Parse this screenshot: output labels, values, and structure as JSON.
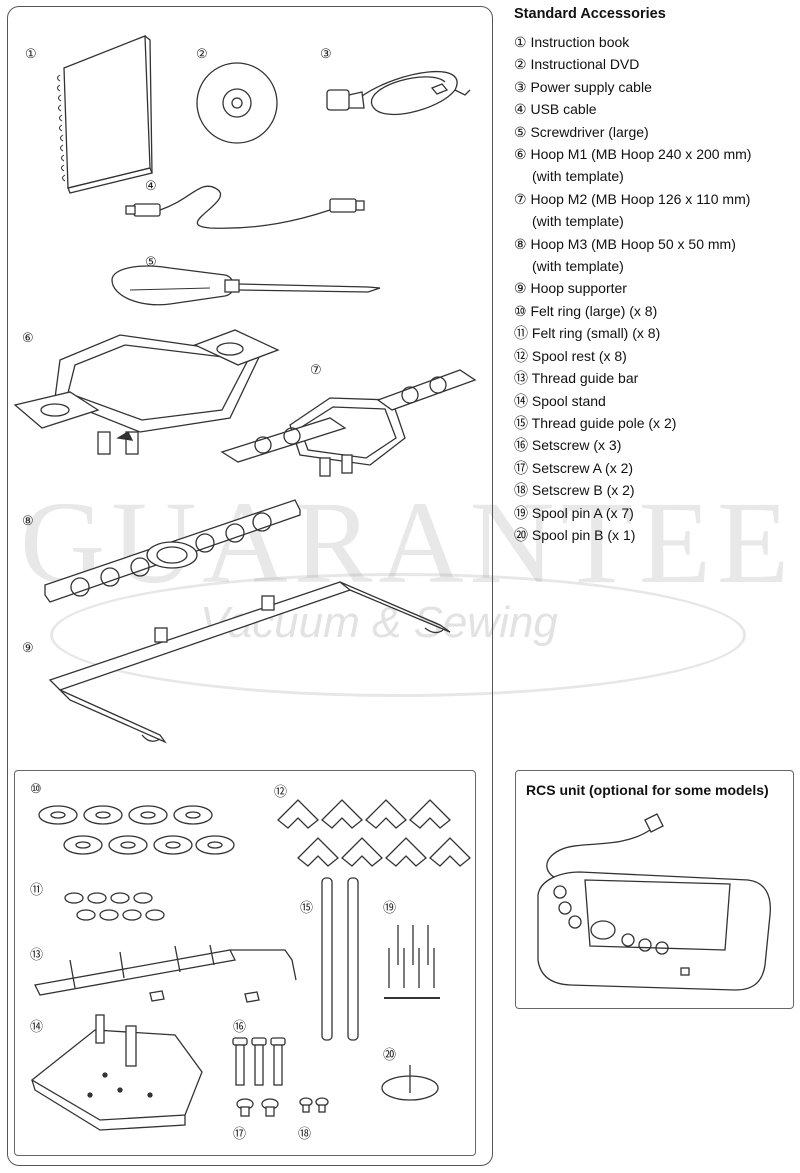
{
  "accessories": {
    "title": "Standard Accessories",
    "items": [
      {
        "num": "①",
        "text": "Instruction book"
      },
      {
        "num": "②",
        "text": "Instructional DVD"
      },
      {
        "num": "③",
        "text": "Power supply cable"
      },
      {
        "num": "④",
        "text": "USB cable"
      },
      {
        "num": "⑤",
        "text": "Screwdriver (large)"
      },
      {
        "num": "⑥",
        "text": "Hoop M1 (MB Hoop 240 x 200 mm)",
        "sub": "(with template)"
      },
      {
        "num": "⑦",
        "text": "Hoop M2 (MB Hoop 126 x 110 mm)",
        "sub": "(with template)"
      },
      {
        "num": "⑧",
        "text": "Hoop M3 (MB Hoop 50 x 50 mm)",
        "sub": "(with template)"
      },
      {
        "num": "⑨",
        "text": "Hoop supporter"
      },
      {
        "num": "⑩",
        "text": "Felt ring (large) (x 8)"
      },
      {
        "num": "⑪",
        "text": "Felt ring (small) (x 8)"
      },
      {
        "num": "⑫",
        "text": "Spool rest (x 8)"
      },
      {
        "num": "⑬",
        "text": "Thread guide bar"
      },
      {
        "num": "⑭",
        "text": "Spool stand"
      },
      {
        "num": "⑮",
        "text": "Thread guide pole (x 2)"
      },
      {
        "num": "⑯",
        "text": "Setscrew (x 3)"
      },
      {
        "num": "⑰",
        "text": "Setscrew A (x 2)"
      },
      {
        "num": "⑱",
        "text": "Setscrew B (x 2)"
      },
      {
        "num": "⑲",
        "text": "Spool pin A (x 7)"
      },
      {
        "num": "⑳",
        "text": "Spool pin B (x 1)"
      }
    ]
  },
  "rcs": {
    "title": "RCS unit (optional for some models)"
  },
  "labels": [
    "①",
    "②",
    "③",
    "④",
    "⑤",
    "⑥",
    "⑦",
    "⑧",
    "⑨",
    "⑩",
    "⑪",
    "⑫",
    "⑬",
    "⑭",
    "⑮",
    "⑯",
    "⑰",
    "⑱",
    "⑲",
    "⑳"
  ],
  "watermark": {
    "main": "GUARANTEE",
    "sub": "Vacuum & Sewing"
  }
}
